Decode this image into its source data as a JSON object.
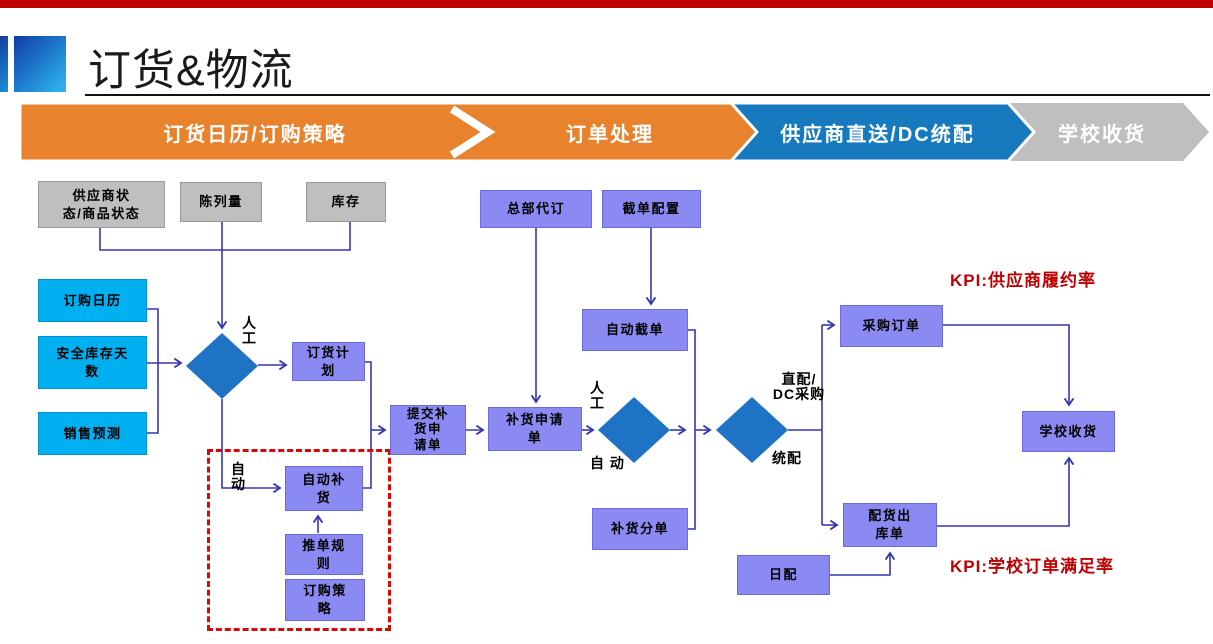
{
  "header": {
    "title": "订货&物流"
  },
  "band": {
    "segments": [
      {
        "label": "订货日历/订购策略",
        "color": "#E8822D"
      },
      {
        "label": "订单处理",
        "color": "#E8822D"
      },
      {
        "label": "供应商直送/DC统配",
        "color": "#177ABF"
      },
      {
        "label": "学校收货",
        "color": "#BFBFBF"
      }
    ]
  },
  "boxes": {
    "gray": {
      "supplier_status": {
        "label": "供应商状\n态/商品状态"
      },
      "display_qty": {
        "label": "陈列量"
      },
      "inventory": {
        "label": "库存"
      }
    },
    "cyan": {
      "order_calendar": {
        "label": "订购日历"
      },
      "safety_stock": {
        "label": "安全库存天\n数"
      },
      "sales_forecast": {
        "label": "销售预测"
      }
    },
    "purple": {
      "order_plan": {
        "label": "订货计\n划"
      },
      "auto_replenish": {
        "label": "自动补\n货"
      },
      "push_rule": {
        "label": "推单规\n则"
      },
      "purchase_strategy": {
        "label": "订购策\n略"
      },
      "submit_replenish": {
        "label": "提交补\n货申\n请单"
      },
      "replenish_request": {
        "label": "补货申请\n单"
      },
      "hq_order": {
        "label": "总部代订"
      },
      "cutoff_config": {
        "label": "截单配置"
      },
      "auto_cutoff": {
        "label": "自动截单"
      },
      "replenish_split": {
        "label": "补货分单"
      },
      "purchase_order": {
        "label": "采购订单"
      },
      "school_receive": {
        "label": "学校收货"
      },
      "delivery_out": {
        "label": "配货出\n库单"
      },
      "daily_delivery": {
        "label": "日配"
      }
    }
  },
  "edge_labels": {
    "manual1": "人\n工",
    "auto1": "自\n动",
    "manual2": "人\n工",
    "auto2": "自 动",
    "direct": "直配/\nDC采购",
    "unified": "统配"
  },
  "kpis": {
    "supplier": "KPI:供应商履约率",
    "school": "KPI:学校订单满足率"
  },
  "colors": {
    "top_bar": "#C00000",
    "band_orange": "#E8822D",
    "band_blue": "#177ABF",
    "band_gray": "#BFBFBF",
    "box_gray": "#BFBFBF",
    "box_cyan": "#00B0F0",
    "box_purple": "#8A8AF2",
    "diamond_blue": "#1E73C4",
    "connector": "#3535B5",
    "dashed_frame": "#DD0606",
    "kpi_red": "#C00000"
  }
}
